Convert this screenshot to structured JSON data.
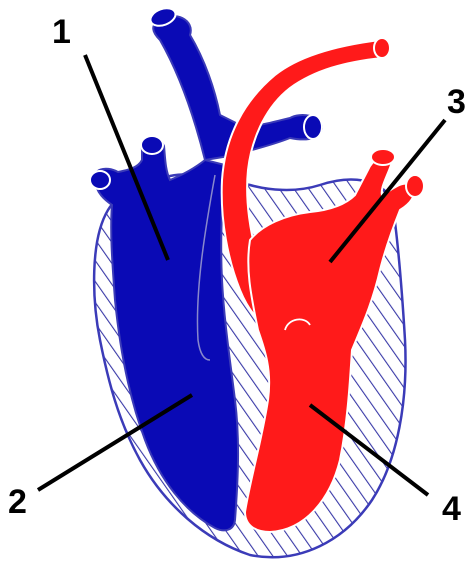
{
  "labels": [
    {
      "id": "1",
      "text": "1"
    },
    {
      "id": "2",
      "text": "2"
    },
    {
      "id": "3",
      "text": "3"
    },
    {
      "id": "4",
      "text": "4"
    }
  ],
  "colors": {
    "blue": "#0a0ab5",
    "blue_outline": "#3b3bb8",
    "red": "#ff1a1a",
    "red_outline": "#ffffff",
    "hatch": "#3a3aa8",
    "pointer": "#000000",
    "background": "#ffffff"
  }
}
